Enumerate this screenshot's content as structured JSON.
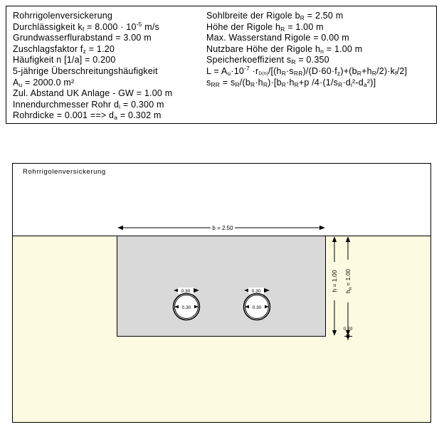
{
  "info": {
    "left": {
      "l1": "Rohrrigolenversickerung",
      "l2": {
        "a": "Durchlässigkeit k",
        "sub": "f",
        "b": " =  8.000 · 10",
        "sup": "-5",
        "c": " m/s"
      },
      "l3": "Grundwasserflurabstand = 3.00 m",
      "l4": {
        "a": "Zuschlagsfaktor f",
        "sub": "z",
        "b": " = 1.20"
      },
      "l5": "Häufigkeit n [1/a] = 0.200",
      "l6": "5-jährige Überschreitungshäufigkeit",
      "l7": {
        "a": "A",
        "sub": "u",
        "b": " = 2000.0 m²"
      },
      "l8": "Zul. Abstand UK Anlage - GW = 1.00 m",
      "l9": {
        "a": "Innendurchmesser Rohr d",
        "sub": "i",
        "b": " = 0.300 m"
      },
      "l10": {
        "a": "Rohrdicke = 0.001 ==> d",
        "sub": "a",
        "b": " = 0.302 m"
      }
    },
    "right": {
      "r1": {
        "a": "Sohlbreite der Rigole b",
        "sub": "R",
        "b": " = 2.50 m"
      },
      "r2": {
        "a": "Höhe der Rigole h",
        "sub": "R",
        "b": " = 1.00 m"
      },
      "r3": "Max. Wasserstand Rigole = 0.00 m",
      "r4": {
        "a": "Nutzbare Höhe der Rigole h",
        "sub": "n",
        "b": " = 1.00 m"
      },
      "r5": {
        "a": "Speicherkoeffizient s",
        "sub": "R",
        "b": " = 0.350"
      },
      "r6": {
        "a": "L = A",
        "sub1": "u",
        "b": "·10",
        "sup": "-7",
        "c": " ·r",
        "sub2": "D(n)",
        "d": "/[(h",
        "sub3": "R",
        "e": "·s",
        "sub4": "RR",
        "f": ")/(D·60·f",
        "sub5": "z",
        "g": ")+(b",
        "sub6": "R",
        "h": "+h",
        "sub7": "R",
        "i": "/2)·k",
        "sub8": "f",
        "j": "/2]"
      },
      "r7": {
        "a": "s",
        "sub1": "RR",
        "b": " = s",
        "sub2": "R",
        "c": "/(b",
        "sub3": "R",
        "d": "·h",
        "sub4": "R",
        "e": ")·[b",
        "sub5": "R",
        "f": "·h",
        "sub6": "R",
        "g": "+p /4·(1/s",
        "sub7": "R",
        "h": "·d",
        "sub8": "i",
        "i": "²-d",
        "sub9": "a",
        "j": "²)]"
      }
    }
  },
  "diagram": {
    "title": "Rohrrigolenversickerung",
    "width_label": "b = 2.50",
    "height_label": "h = 1.00",
    "hn_label_main": "h",
    "hn_label_sub": "n",
    "hn_label_value": " = 1.00",
    "gap_label": "0.20",
    "pipe1_top_label": "0.30",
    "pipe1_inner_label": "0.30",
    "pipe2_top_label": "0.30",
    "pipe2_inner_label": "0.30",
    "colors": {
      "soil": "#fcfae0",
      "trench": "#d9d9d9",
      "pipe": "#ffffff",
      "line": "#000000"
    }
  }
}
